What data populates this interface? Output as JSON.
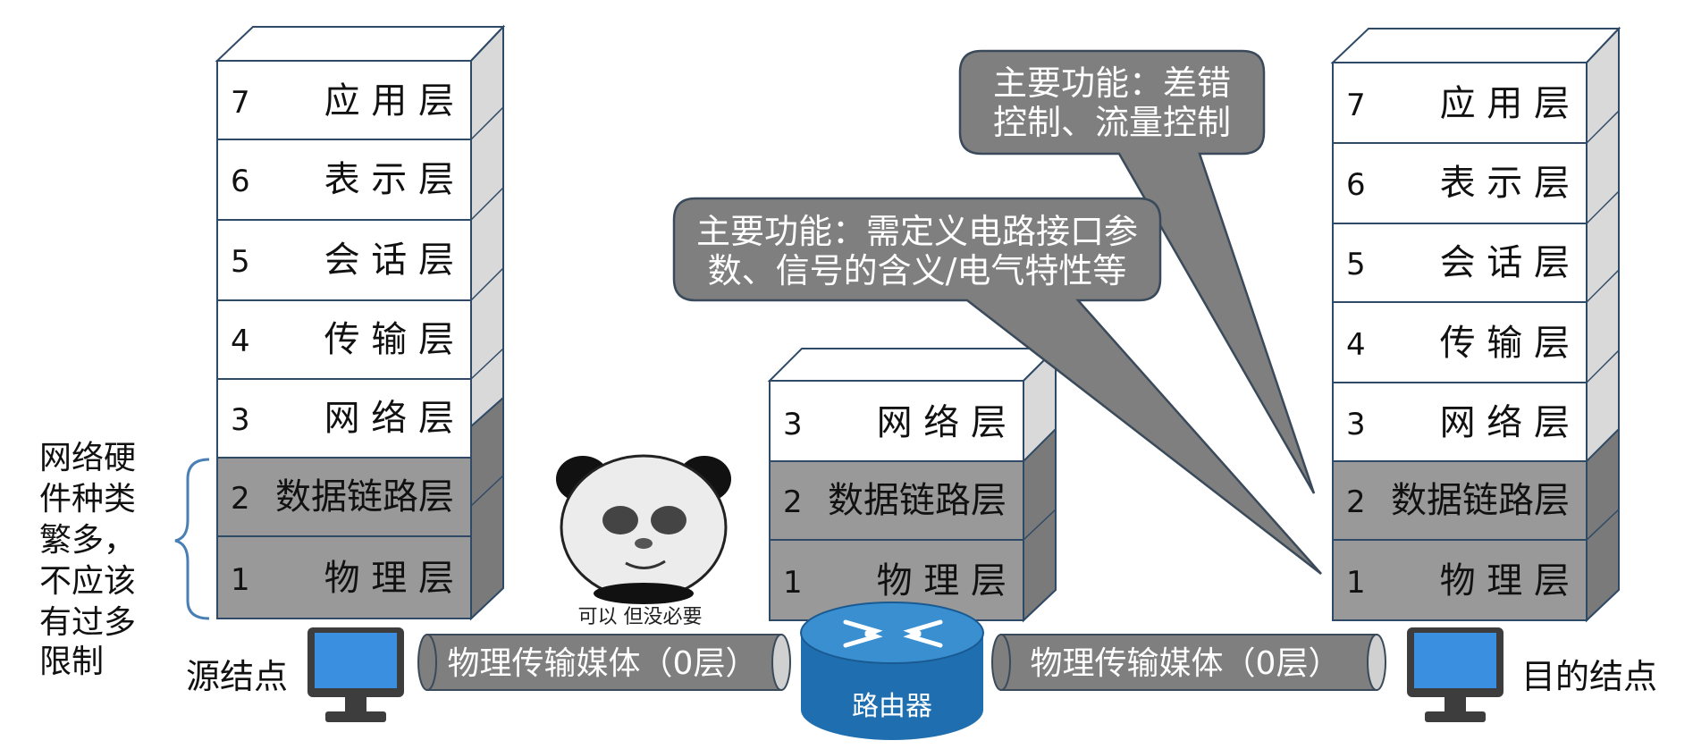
{
  "left_stack": {
    "layers": [
      {
        "num": "7",
        "name": "应 用 层"
      },
      {
        "num": "6",
        "name": "表 示 层"
      },
      {
        "num": "5",
        "name": "会 话 层"
      },
      {
        "num": "4",
        "name": "传 输 层"
      },
      {
        "num": "3",
        "name": "网 络 层"
      },
      {
        "num": "2",
        "name": "数据链路层"
      },
      {
        "num": "1",
        "name": "物 理 层"
      }
    ],
    "node_label": "源结点"
  },
  "middle_stack": {
    "layers": [
      {
        "num": "3",
        "name": "网 络 层"
      },
      {
        "num": "2",
        "name": "数据链路层"
      },
      {
        "num": "1",
        "name": "物 理 层"
      }
    ]
  },
  "right_stack": {
    "layers": [
      {
        "num": "7",
        "name": "应 用 层"
      },
      {
        "num": "6",
        "name": "表 示 层"
      },
      {
        "num": "5",
        "name": "会 话 层"
      },
      {
        "num": "4",
        "name": "传 输 层"
      },
      {
        "num": "3",
        "name": "网 络 层"
      },
      {
        "num": "2",
        "name": "数据链路层"
      },
      {
        "num": "1",
        "name": "物 理 层"
      }
    ],
    "node_label": "目的结点"
  },
  "callouts": {
    "upper": {
      "line1": "主要功能：差错",
      "line2": "控制、流量控制"
    },
    "lower": {
      "line1": "主要功能：需定义电路接口参",
      "line2": "数、信号的含义/电气特性等"
    }
  },
  "side_note": {
    "lines": [
      "网络硬",
      "件种类",
      "繁多，",
      "不应该",
      "有过多",
      "限制"
    ]
  },
  "media": {
    "left": "物理传输媒体（0层）",
    "right": "物理传输媒体（0层）"
  },
  "router": {
    "label": "路由器"
  },
  "meme": {
    "caption": "可以 但没必要"
  },
  "colors": {
    "white_layer": "#ffffff",
    "gray_layer": "#999999",
    "callout_fill": "#7f7f7f",
    "callout_border": "#3a4a5a",
    "stack_border": "#2f4a66",
    "router": "#1f6fb0",
    "monitor": "#3b8fe0",
    "brace": "#4a7fb5"
  }
}
